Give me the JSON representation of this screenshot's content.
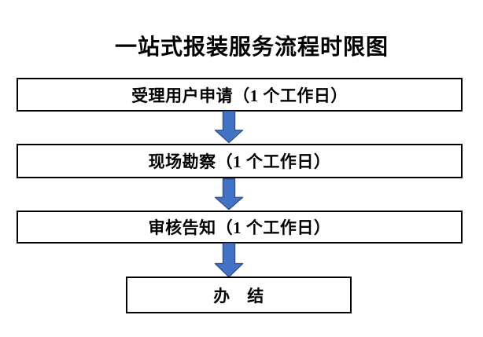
{
  "title": "一站式报装服务流程时限图",
  "flow": {
    "steps": [
      {
        "label": "受理用户申请（1 个工作日）"
      },
      {
        "label": "现场勘察（1 个工作日）"
      },
      {
        "label": "审核告知（1 个工作日）"
      },
      {
        "label": "办　结"
      }
    ]
  },
  "icons": {
    "down_arrow": "block-down-arrow"
  },
  "colors": {
    "arrow_fill": "#4472C4",
    "arrow_border": "#2F528F",
    "box_border": "#000000",
    "text": "#000000",
    "background": "#FFFFFF"
  }
}
